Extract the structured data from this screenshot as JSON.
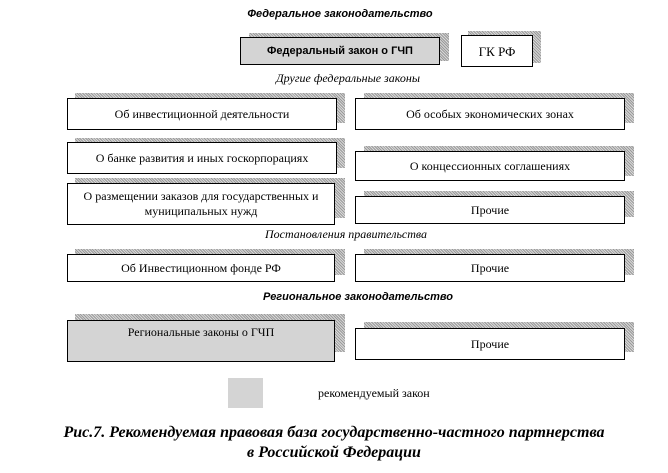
{
  "sections": {
    "federal": "Федеральное законодательство",
    "other_federal": "Другие федеральные законы",
    "government": "Постановления правительства",
    "regional": "Региональное законодательство"
  },
  "boxes": {
    "federal_law_gchp": "Федеральный закон о ГЧП",
    "gk_rf": "ГК РФ",
    "investment_activity": "Об инвестиционной деятельности",
    "special_economic_zones": "Об особых экономических зонах",
    "development_bank": "О банке развития и иных госкорпорациях",
    "concession_agreements": "О концессионных соглашениях",
    "state_orders": "О размещении заказов для государственных и муниципальных нужд",
    "other_federal": "Прочие",
    "investment_fund": "Об Инвестиционном фонде РФ",
    "other_government": "Прочие",
    "regional_laws_gchp": "Региональные законы о ГЧП",
    "other_regional": "Прочие"
  },
  "legend": {
    "recommended_law": "рекомендуемый закон",
    "recommended_color": "#d4d4d4"
  },
  "caption": {
    "line1": "Рис.7. Рекомендуемая правовая база государственно-частного партнерства",
    "line2": "в Российской Федерации"
  }
}
